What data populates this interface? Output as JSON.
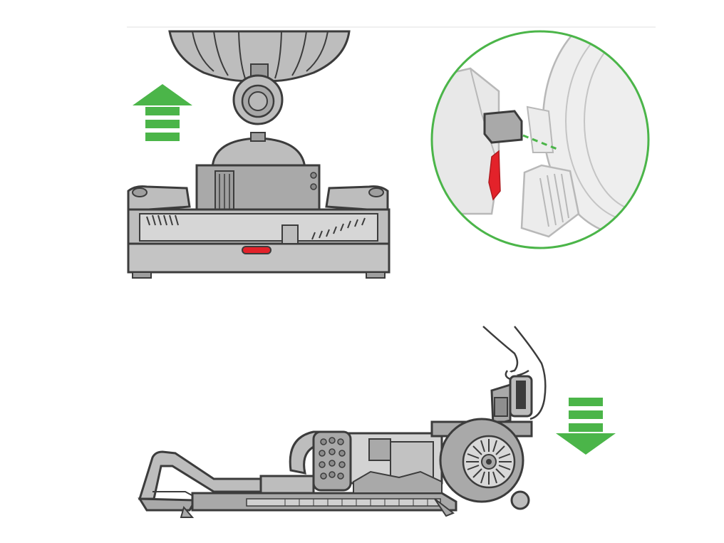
{
  "illustration": {
    "panels": [
      {
        "id": "cleaner-head-detach",
        "arrow": "up"
      },
      {
        "id": "clip-detail-magnified"
      },
      {
        "id": "recline-machine",
        "arrow": "down"
      }
    ]
  },
  "colors": {
    "accent_green": "#4bb549",
    "release_red": "#e3222a",
    "body_gray": "#a9a9a9",
    "light_gray": "#cfcfcf",
    "outline": "#3c3c3c",
    "ghost_gray": "#e8e8e8"
  },
  "icons": [
    "arrow-up-icon",
    "arrow-down-icon",
    "magnifier-circle-icon",
    "hand-icon"
  ]
}
